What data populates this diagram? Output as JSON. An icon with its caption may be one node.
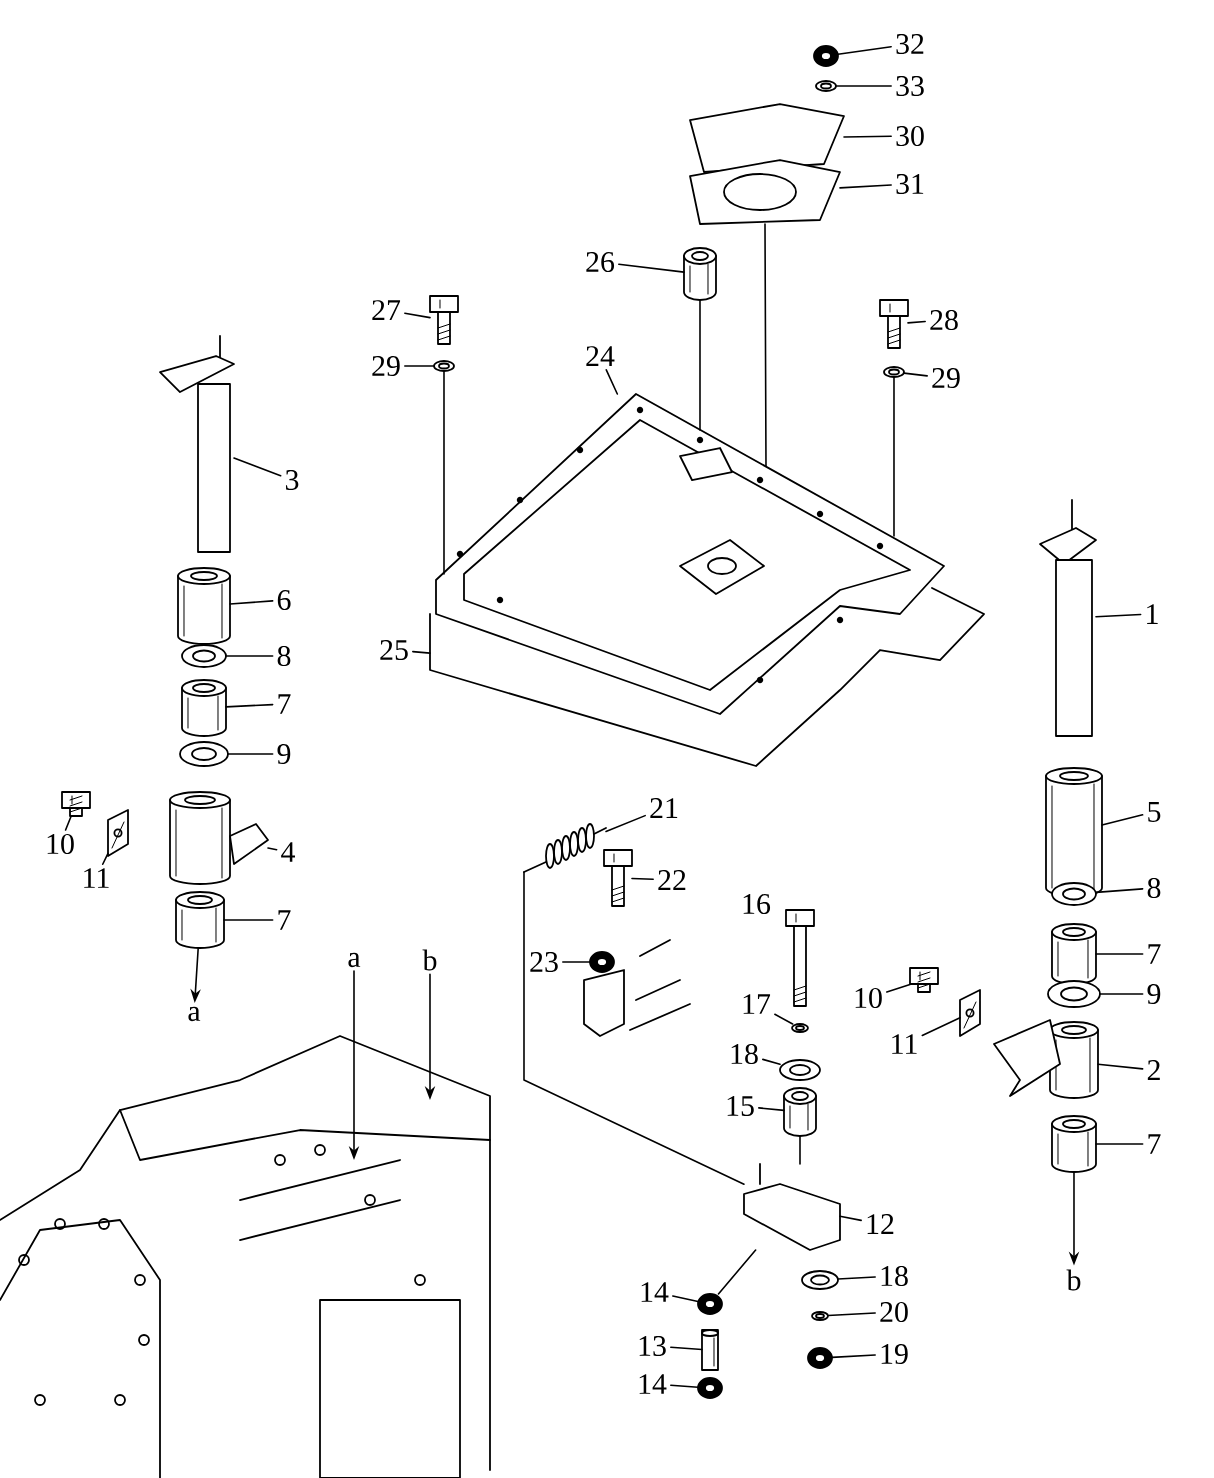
{
  "diagram": {
    "nodes": [
      {
        "text": [
          "32"
        ]
      },
      {
        "text": [
          "33"
        ]
      },
      {
        "text": [
          "30"
        ]
      },
      {
        "text": [
          "31"
        ]
      },
      {
        "text": [
          "26"
        ]
      },
      {
        "text": [
          "27"
        ]
      },
      {
        "text": [
          "24"
        ]
      },
      {
        "text": [
          "29"
        ]
      },
      {
        "text": [
          "28"
        ]
      },
      {
        "text": [
          "29"
        ]
      },
      {
        "text": [
          "3"
        ]
      },
      {
        "text": [
          "1"
        ]
      },
      {
        "text": [
          "25"
        ]
      },
      {
        "text": [
          "6"
        ]
      },
      {
        "text": [
          "8"
        ]
      },
      {
        "text": [
          "7"
        ]
      },
      {
        "text": [
          "9"
        ]
      },
      {
        "text": [
          "10"
        ]
      },
      {
        "text": [
          "11"
        ]
      },
      {
        "text": [
          "4"
        ]
      },
      {
        "text": [
          "7"
        ]
      },
      {
        "text": [
          "a"
        ]
      },
      {
        "text": [
          "21"
        ]
      },
      {
        "text": [
          "22"
        ]
      },
      {
        "text": [
          "5"
        ]
      },
      {
        "text": [
          "16"
        ]
      },
      {
        "text": [
          "8"
        ]
      },
      {
        "text": [
          "7"
        ]
      },
      {
        "text": [
          "23"
        ]
      },
      {
        "text": [
          "10"
        ]
      },
      {
        "text": [
          "9"
        ]
      },
      {
        "text": [
          "a"
        ]
      },
      {
        "text": [
          "b"
        ]
      },
      {
        "text": [
          "17"
        ]
      },
      {
        "text": [
          "11"
        ]
      },
      {
        "text": [
          "2"
        ]
      },
      {
        "text": [
          "18"
        ]
      },
      {
        "text": [
          "15"
        ]
      },
      {
        "text": [
          "7"
        ]
      },
      {
        "text": [
          "12"
        ]
      },
      {
        "text": [
          "b"
        ]
      },
      {
        "text": [
          "18"
        ]
      },
      {
        "text": [
          "14"
        ]
      },
      {
        "text": [
          "20"
        ]
      },
      {
        "text": [
          "13"
        ]
      },
      {
        "text": [
          "19"
        ]
      },
      {
        "text": [
          "14"
        ]
      },
      {
        "text": [],
        "shape": "picture"
      },
      {
        "text": [],
        "shape": "picture"
      },
      {
        "text": [],
        "shape": "picture"
      },
      {
        "text": [],
        "shape": "picture"
      },
      {
        "text": [],
        "shape": "picture"
      },
      {
        "text": [],
        "shape": "picture"
      },
      {
        "text": [],
        "shape": "picture"
      },
      {
        "text": [],
        "shape": "picture"
      },
      {
        "text": [],
        "shape": "picture"
      },
      {
        "text": [],
        "shape": "picture"
      },
      {
        "text": [],
        "shape": "picture"
      },
      {
        "text": [],
        "shape": "picture"
      },
      {
        "text": [],
        "shape": "picture"
      },
      {
        "text": [],
        "shape": "picture"
      },
      {
        "text": [],
        "shape": "picture"
      },
      {
        "text": [],
        "shape": "picture"
      },
      {
        "text": [],
        "shape": "picture"
      },
      {
        "text": [],
        "shape": "picture"
      },
      {
        "text": [],
        "shape": "picture"
      },
      {
        "text": [],
        "shape": "picture"
      },
      {
        "text": [],
        "shape": "picture"
      },
      {
        "text": [],
        "shape": "picture"
      },
      {
        "text": [],
        "shape": "picture"
      },
      {
        "text": [],
        "shape": "picture"
      },
      {
        "text": [],
        "shape": "picture"
      },
      {
        "text": [],
        "shape": "picture"
      },
      {
        "text": [],
        "shape": "picture"
      },
      {
        "text": [],
        "shape": "picture"
      },
      {
        "text": [],
        "shape": "picture"
      },
      {
        "text": [],
        "shape": "picture"
      },
      {
        "text": [],
        "shape": "picture"
      },
      {
        "text": [],
        "shape": "picture"
      },
      {
        "text": [],
        "shape": "picture"
      },
      {
        "text": [],
        "shape": "picture"
      },
      {
        "text": [],
        "shape": "picture"
      },
      {
        "text": [],
        "shape": "picture"
      },
      {
        "text": [],
        "shape": "picture"
      },
      {
        "text": [],
        "shape": "picture"
      },
      {
        "text": [],
        "shape": "picture"
      },
      {
        "text": [],
        "shape": "picture"
      },
      {
        "text": [],
        "shape": "picture"
      },
      {
        "text": [],
        "shape": "picture"
      },
      {
        "text": [],
        "shape": "picture"
      }
    ],
    "edges": [
      {
        "from": 0,
        "to": 47,
        "arrow": "none"
      },
      {
        "from": 1,
        "to": 48,
        "arrow": "none"
      },
      {
        "from": 2,
        "to": 49,
        "arrow": "none"
      },
      {
        "from": 3,
        "to": 50,
        "arrow": "none"
      },
      {
        "from": 4,
        "to": 51,
        "arrow": "none"
      },
      {
        "from": 5,
        "to": 52,
        "arrow": "none"
      },
      {
        "from": 6,
        "to": 53,
        "arrow": "none"
      },
      {
        "from": 7,
        "to": 54,
        "arrow": "none"
      },
      {
        "from": 8,
        "to": 55,
        "arrow": "none"
      },
      {
        "from": 9,
        "to": 56,
        "arrow": "none"
      },
      {
        "from": 10,
        "to": 57,
        "arrow": "none"
      },
      {
        "from": 11,
        "to": 58,
        "arrow": "none"
      },
      {
        "from": 12,
        "to": 59,
        "arrow": "none"
      },
      {
        "from": 13,
        "to": 60,
        "arrow": "none"
      },
      {
        "from": 14,
        "to": 61,
        "arrow": "none"
      },
      {
        "from": 15,
        "to": 62,
        "arrow": "none"
      },
      {
        "from": 16,
        "to": 63,
        "arrow": "none"
      },
      {
        "from": 17,
        "to": 64,
        "arrow": "none"
      },
      {
        "from": 18,
        "to": 65,
        "arrow": "none"
      },
      {
        "from": 19,
        "to": 66,
        "arrow": "none"
      },
      {
        "from": 20,
        "to": 67,
        "arrow": "none"
      },
      {
        "from": 67,
        "to": 21,
        "arrow": "to"
      },
      {
        "from": 22,
        "to": 68,
        "arrow": "none"
      },
      {
        "from": 23,
        "to": 69,
        "arrow": "none"
      },
      {
        "from": 24,
        "to": 70,
        "arrow": "none"
      },
      {
        "from": 26,
        "to": 71,
        "arrow": "none"
      },
      {
        "from": 27,
        "to": 72,
        "arrow": "none"
      },
      {
        "from": 28,
        "to": 73,
        "arrow": "none"
      },
      {
        "from": 29,
        "to": 74,
        "arrow": "none"
      },
      {
        "from": 30,
        "to": 75,
        "arrow": "none"
      },
      {
        "from": 31,
        "to": 89,
        "arrow": "to"
      },
      {
        "from": 32,
        "to": 89,
        "arrow": "to"
      },
      {
        "from": 33,
        "to": 76,
        "arrow": "none"
      },
      {
        "from": 34,
        "to": 77,
        "arrow": "none"
      },
      {
        "from": 35,
        "to": 78,
        "arrow": "none"
      },
      {
        "from": 36,
        "to": 79,
        "arrow": "none"
      },
      {
        "from": 37,
        "to": 80,
        "arrow": "none"
      },
      {
        "from": 38,
        "to": 81,
        "arrow": "none"
      },
      {
        "from": 39,
        "to": 82,
        "arrow": "none"
      },
      {
        "from": 81,
        "to": 40,
        "arrow": "to"
      },
      {
        "from": 41,
        "to": 83,
        "arrow": "none"
      },
      {
        "from": 42,
        "to": 84,
        "arrow": "none"
      },
      {
        "from": 43,
        "to": 85,
        "arrow": "none"
      },
      {
        "from": 44,
        "to": 86,
        "arrow": "none"
      },
      {
        "from": 45,
        "to": 87,
        "arrow": "none"
      },
      {
        "from": 46,
        "to": 88,
        "arrow": "none"
      },
      {
        "from": 50,
        "to": 53,
        "arrow": "none"
      },
      {
        "from": 51,
        "to": 53,
        "arrow": "none"
      },
      {
        "from": 54,
        "to": 53,
        "arrow": "none"
      },
      {
        "from": 56,
        "to": 53,
        "arrow": "none"
      },
      {
        "from": 80,
        "to": 82,
        "arrow": "none"
      },
      {
        "from": 84,
        "to": 82,
        "arrow": "none"
      },
      {
        "from": 68,
        "to": 82,
        "arrow": "none"
      }
    ]
  }
}
